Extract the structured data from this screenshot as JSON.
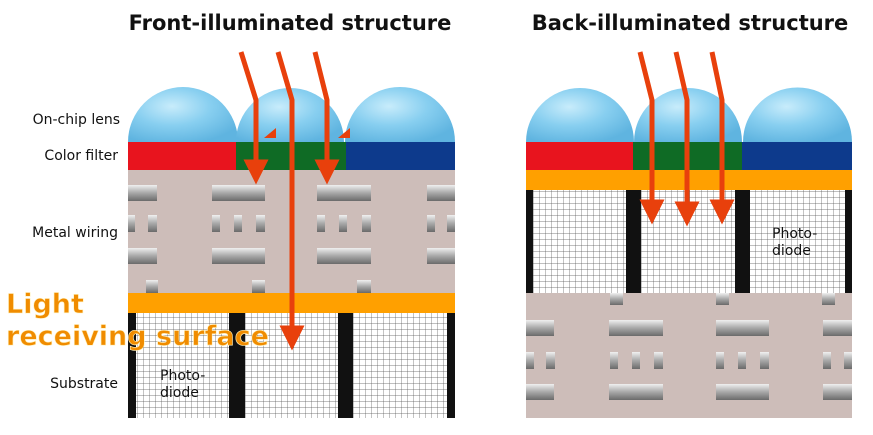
{
  "front": {
    "title": "Front-illuminated structure",
    "labels": {
      "lens": "On-chip lens",
      "filter": "Color filter",
      "wiring": "Metal wiring",
      "light_line1": "Light",
      "light_line2": "receiving surface",
      "substrate": "Substrate",
      "photodiode_line1": "Photo-",
      "photodiode_line2": "diode"
    }
  },
  "back": {
    "title": "Back-illuminated structure",
    "labels": {
      "photodiode_line1": "Photo-",
      "photodiode_line2": "diode"
    }
  },
  "colors": {
    "lens": "#7ec8ea",
    "red_filter": "#e8141e",
    "green_filter": "#0f6b25",
    "blue_filter": "#0d3a8c",
    "wiring_bg": "#cdbdb9",
    "receiving_surface": "#ffa000",
    "arrow": "#e8400c"
  }
}
